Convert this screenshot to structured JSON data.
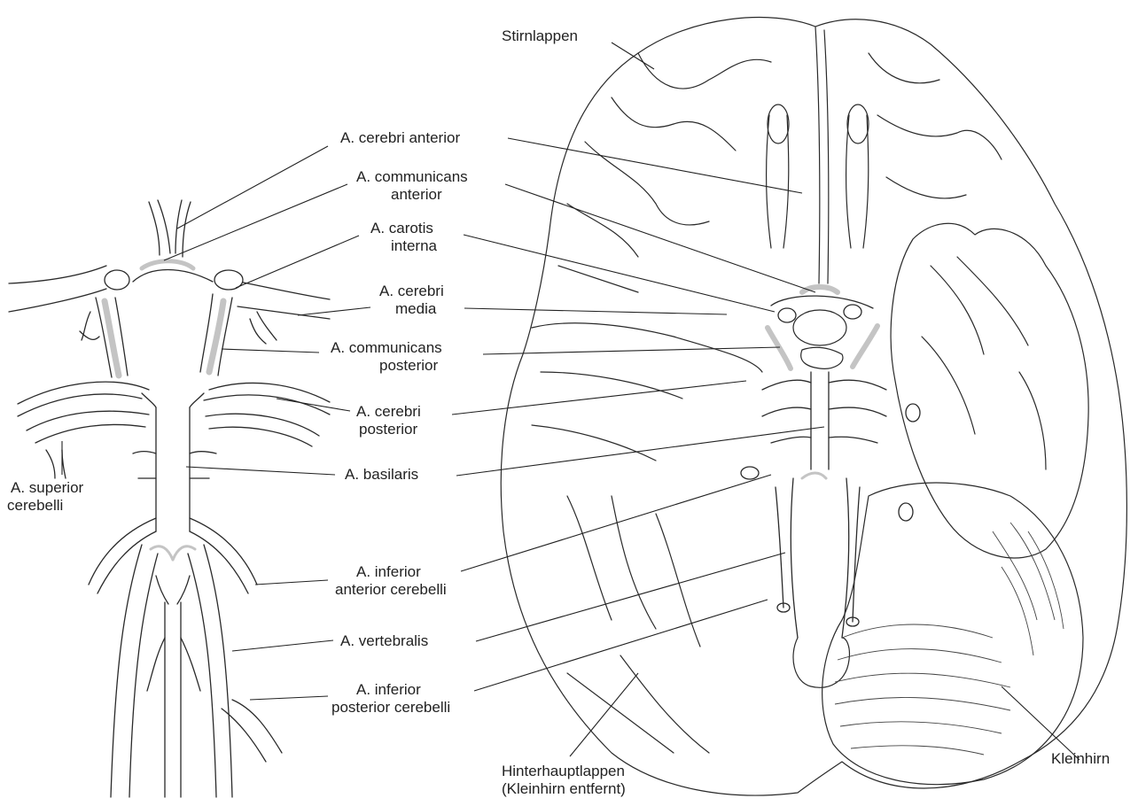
{
  "labels": {
    "frontal_lobe": "Stirnlappen",
    "acerebri_anterior": "A. cerebri anterior",
    "acomm_anterior": [
      "A. communicans",
      "anterior"
    ],
    "carotis_interna": [
      "A. carotis",
      "interna"
    ],
    "cerebri_media": [
      "A. cerebri",
      "media"
    ],
    "acomm_posterior": [
      "A. communicans",
      "posterior"
    ],
    "cerebri_posterior": [
      "A. cerebri",
      "posterior"
    ],
    "basilaris": "A. basilaris",
    "superior_cerebelli": [
      "A. superior",
      "cerebelli"
    ],
    "inferior_anterior_cerebelli": [
      "A. inferior",
      "anterior cerebelli"
    ],
    "vertebralis": "A. vertebralis",
    "inferior_posterior_cerebelli": [
      "A. inferior",
      "posterior cerebelli"
    ],
    "occipital_lobe": [
      "Hinterhauptlappen",
      "(Kleinhirn entfernt)"
    ],
    "cerebellum": "Kleinhirn"
  },
  "colors": {
    "line": "#222222",
    "communicating_vessel": "#c4c4c4",
    "background": "#ffffff"
  }
}
